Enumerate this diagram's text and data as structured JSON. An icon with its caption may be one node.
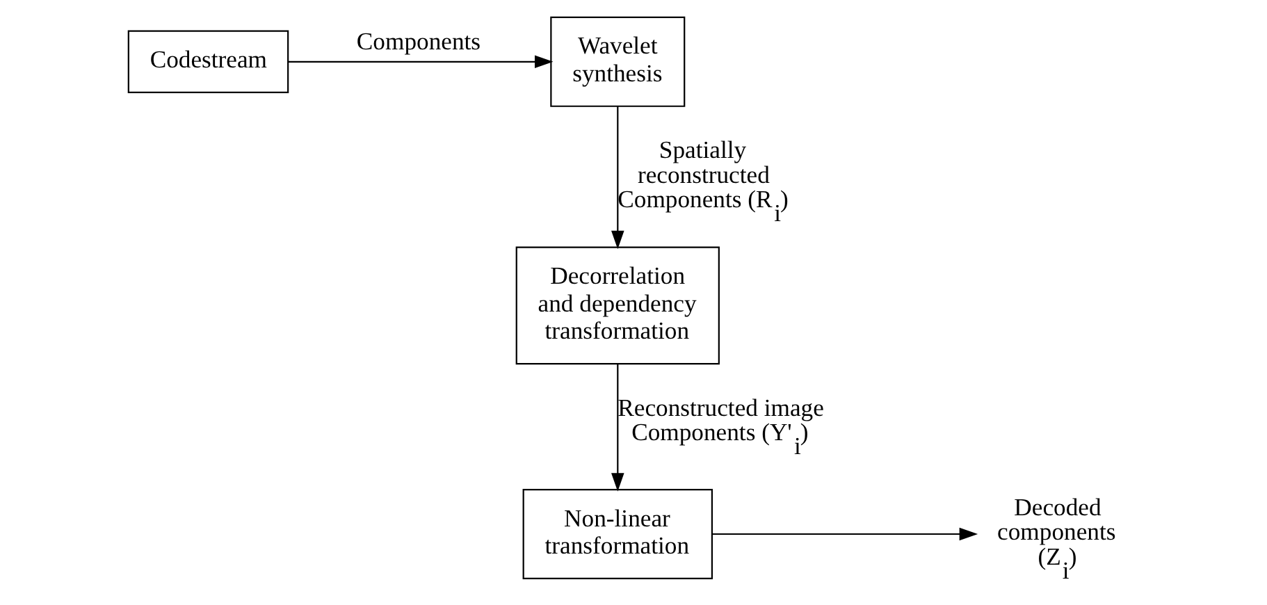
{
  "diagram": {
    "nodes": [
      {
        "text": [
          "Codestream"
        ]
      },
      {
        "text": [
          "Wavelet synthesis"
        ]
      },
      {
        "text": [
          "Decorrelation and dependency transformation"
        ]
      },
      {
        "text": [
          "Non-linear transformation"
        ]
      },
      {
        "text": [
          "Decoded components (Z$_{i}$)"
        ]
      }
    ],
    "edges": [
      {
        "from": 0,
        "to": 1,
        "arrow": "to",
        "label": "Components"
      },
      {
        "from": 1,
        "to": 2,
        "arrow": "to",
        "label": "Spatially reconstructed Components (R$_{i}$)"
      },
      {
        "from": 2,
        "to": 3,
        "arrow": "to",
        "label": "Reconstructed image Components (Y'$_{i}$)"
      },
      {
        "from": 3,
        "to": 4,
        "arrow": "to"
      }
    ]
  }
}
